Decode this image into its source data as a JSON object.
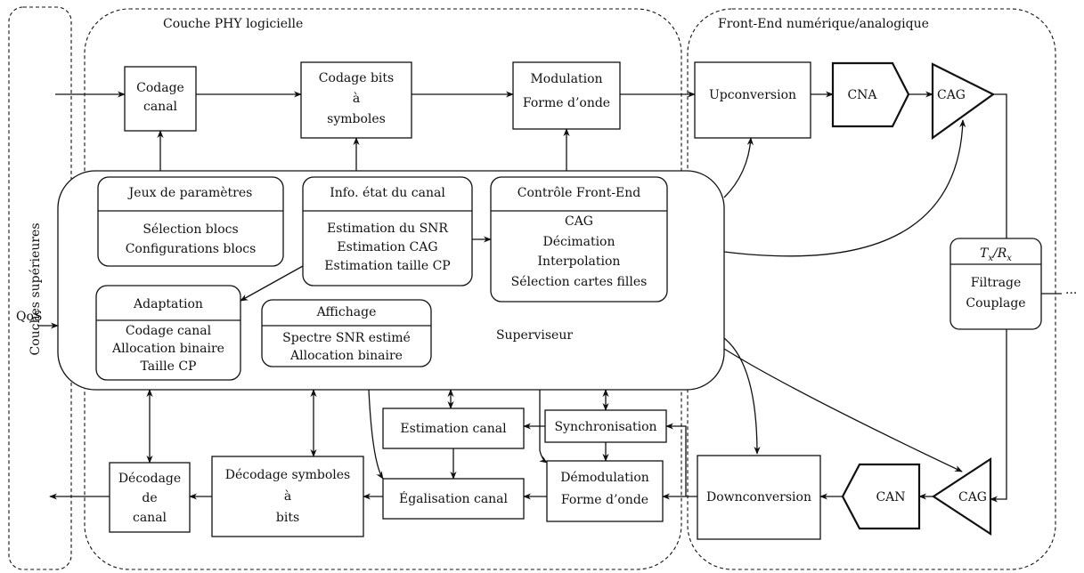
{
  "regions": {
    "upper_layers": "Couches supérieures",
    "phy": "Couche PHY logicielle",
    "frontend": "Front-End numérique/analogique"
  },
  "tx_chain": {
    "channel_coding": [
      "Codage",
      "canal"
    ],
    "bits_to_symbols": [
      "Codage bits",
      "à",
      "symboles"
    ],
    "modulation": [
      "Modulation",
      "Forme d’onde"
    ],
    "upconversion": "Upconversion",
    "dac": "CNA",
    "agc": "CAG"
  },
  "supervisor": {
    "label": "Superviseur",
    "param_sets": {
      "title": "Jeux de paramètres",
      "lines": [
        "Sélection blocs",
        "Configurations blocs"
      ]
    },
    "csi": {
      "title": "Info. état du canal",
      "lines": [
        "Estimation du SNR",
        "Estimation CAG",
        "Estimation taille CP"
      ]
    },
    "frontend_control": {
      "title": "Contrôle Front-End",
      "lines": [
        "CAG",
        "Décimation",
        "Interpolation",
        "Sélection cartes filles"
      ]
    },
    "adaptation": {
      "title": "Adaptation",
      "lines": [
        "Codage canal",
        "Allocation binaire",
        "Taille CP"
      ]
    },
    "display": {
      "title": "Affichage",
      "lines": [
        "Spectre SNR estimé",
        "Allocation binaire"
      ]
    }
  },
  "qos": "QoS",
  "txrx": {
    "title_main": "T",
    "title_sub1": "x",
    "title_sep": "/R",
    "title_sub2": "x",
    "lines": [
      "Filtrage",
      "Couplage"
    ],
    "ellipsis": "···"
  },
  "rx_chain": {
    "channel_decoding": [
      "Décodage",
      "de",
      "canal"
    ],
    "symbols_to_bits": [
      "Décodage symboles",
      "à",
      "bits"
    ],
    "channel_estimation": "Estimation canal",
    "synchronisation": "Synchronisation",
    "equalization": "Égalisation canal",
    "demodulation": [
      "Démodulation",
      "Forme d’onde"
    ],
    "downconversion": "Downconversion",
    "adc": "CAN",
    "agc": "CAG"
  }
}
